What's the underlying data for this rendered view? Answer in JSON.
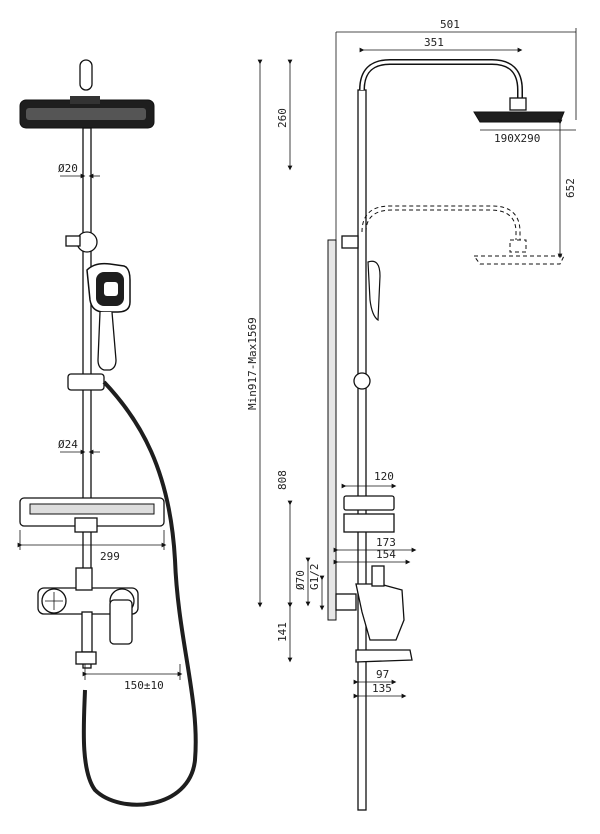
{
  "drawing": {
    "front_view": {
      "pipe_upper_diameter": "Ø20",
      "pipe_lower_diameter": "Ø24",
      "shelf_width": "299",
      "mixer_spacing": "150±10"
    },
    "side_view": {
      "arm_total_reach": "501",
      "arm_reach": "351",
      "head_drop": "260",
      "head_size": "190X290",
      "head_adjust_range": "652",
      "height_range": "Min917-Max1569",
      "shelf_height": "808",
      "shelf_depth": "120",
      "mixer_depth_outer": "173",
      "mixer_depth_inner": "154",
      "inlet_diameter": "Ø70",
      "thread": "G1/2",
      "spout_height": "141",
      "spout_inner": "97",
      "spout_outer": "135"
    }
  }
}
